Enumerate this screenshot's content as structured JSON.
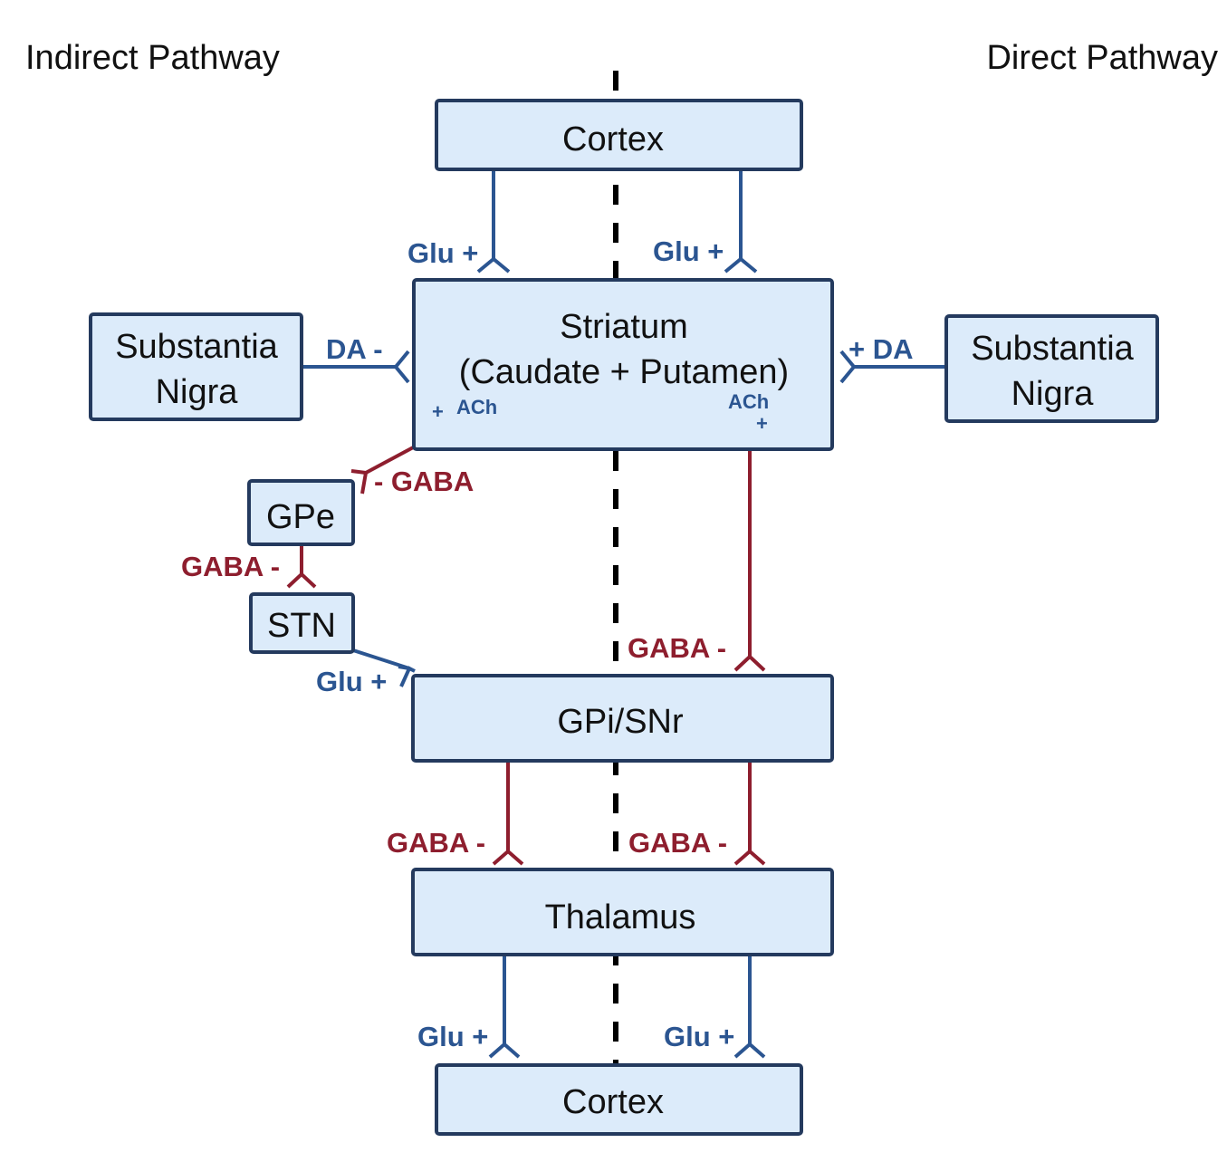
{
  "headings": {
    "left": "Indirect Pathway",
    "right": "Direct Pathway"
  },
  "nodes": {
    "cortex_top": "Cortex",
    "striatum_line1": "Striatum",
    "striatum_line2": "(Caudate + Putamen)",
    "sn_left_line1": "Substantia",
    "sn_left_line2": "Nigra",
    "sn_right_line1": "Substantia",
    "sn_right_line2": "Nigra",
    "gpe": "GPe",
    "stn": "STN",
    "gpi_snr": "GPi/SNr",
    "thalamus": "Thalamus",
    "cortex_bottom": "Cortex"
  },
  "labels": {
    "glu_cortex_left": "Glu +",
    "glu_cortex_right": "Glu +",
    "da_left": "DA -",
    "da_right": "+ DA",
    "ach_left": "ACh",
    "ach_left_sign": "+",
    "ach_right": "ACh",
    "ach_right_sign": "+",
    "gaba_striatum_gpe": "- GABA",
    "gaba_gpe_stn": "GABA -",
    "glu_stn_gpi": "Glu +",
    "gaba_striatum_gpi": "GABA -",
    "gaba_gpi_thal_left": "GABA -",
    "gaba_gpi_thal_right": "GABA -",
    "glu_thal_left": "Glu +",
    "glu_thal_right": "Glu +"
  },
  "colors": {
    "excitatory": "#2b5591",
    "inhibitory": "#8e1e2e",
    "box_fill": "#dcebfa",
    "box_stroke": "#243a5e"
  }
}
